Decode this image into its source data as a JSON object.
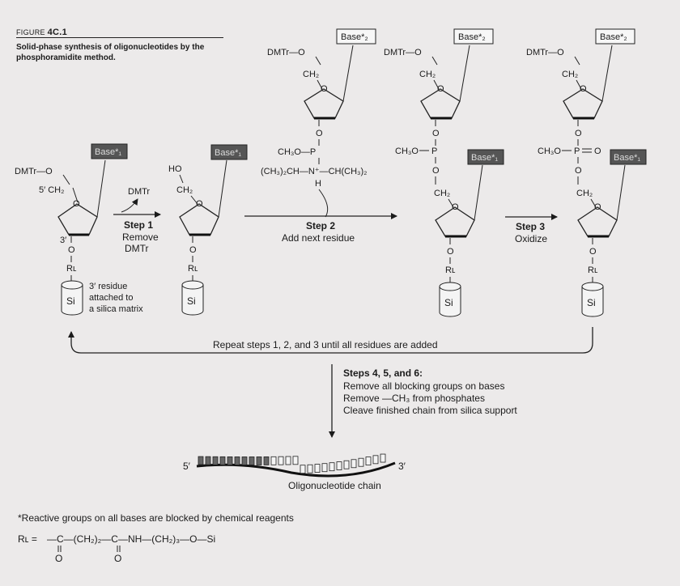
{
  "figure": {
    "label": "FIGURE",
    "number": "4C.1",
    "title": "Solid-phase synthesis of oligonucleotides by the phosphoramidite method."
  },
  "labels": {
    "dmtr_o": "DMTr—O",
    "ho": "HO",
    "ch2": "CH₂",
    "five_prime_ch2": "5′ CH₂",
    "three_prime": "3′",
    "o": "O",
    "p": "P",
    "rl": "Rʟ",
    "si": "Si",
    "base1": "Base*₁",
    "base2": "Base*₂",
    "ch3o": "CH₃O",
    "ch3o_p": "CH₃O—P",
    "isopropyl_left": "(CH₃)₂CH—N⁺—CH(CH₃)₂",
    "h": "H",
    "dmtr_leaving": "DMTr",
    "residue_note_1": "3′ residue",
    "residue_note_2": "attached to",
    "residue_note_3": "a silica matrix"
  },
  "steps": {
    "step1_title": "Step 1",
    "step1_line1": "Remove",
    "step1_line2": "DMTr",
    "step2_title": "Step 2",
    "step2_line1": "Add next residue",
    "step3_title": "Step 3",
    "step3_line1": "Oxidize",
    "repeat": "Repeat steps 1, 2, and 3 until all residues are added",
    "step456_title": "Steps 4, 5, and 6:",
    "step456_line1": "Remove all blocking groups on bases",
    "step456_line2": "Remove —CH₃ from phosphates",
    "step456_line3": "Cleave finished chain from silica support"
  },
  "chain": {
    "five_prime": "5′",
    "three_prime": "3′",
    "label": "Oligonucleotide chain"
  },
  "footnote": "*Reactive groups on all bases are blocked by chemical reagents",
  "rl_formula": {
    "lhs": "Rʟ =",
    "body": "—C—(CH₂)₂—C—NH—(CH₂)₃—O—Si",
    "o1": "O",
    "o2": "O"
  }
}
